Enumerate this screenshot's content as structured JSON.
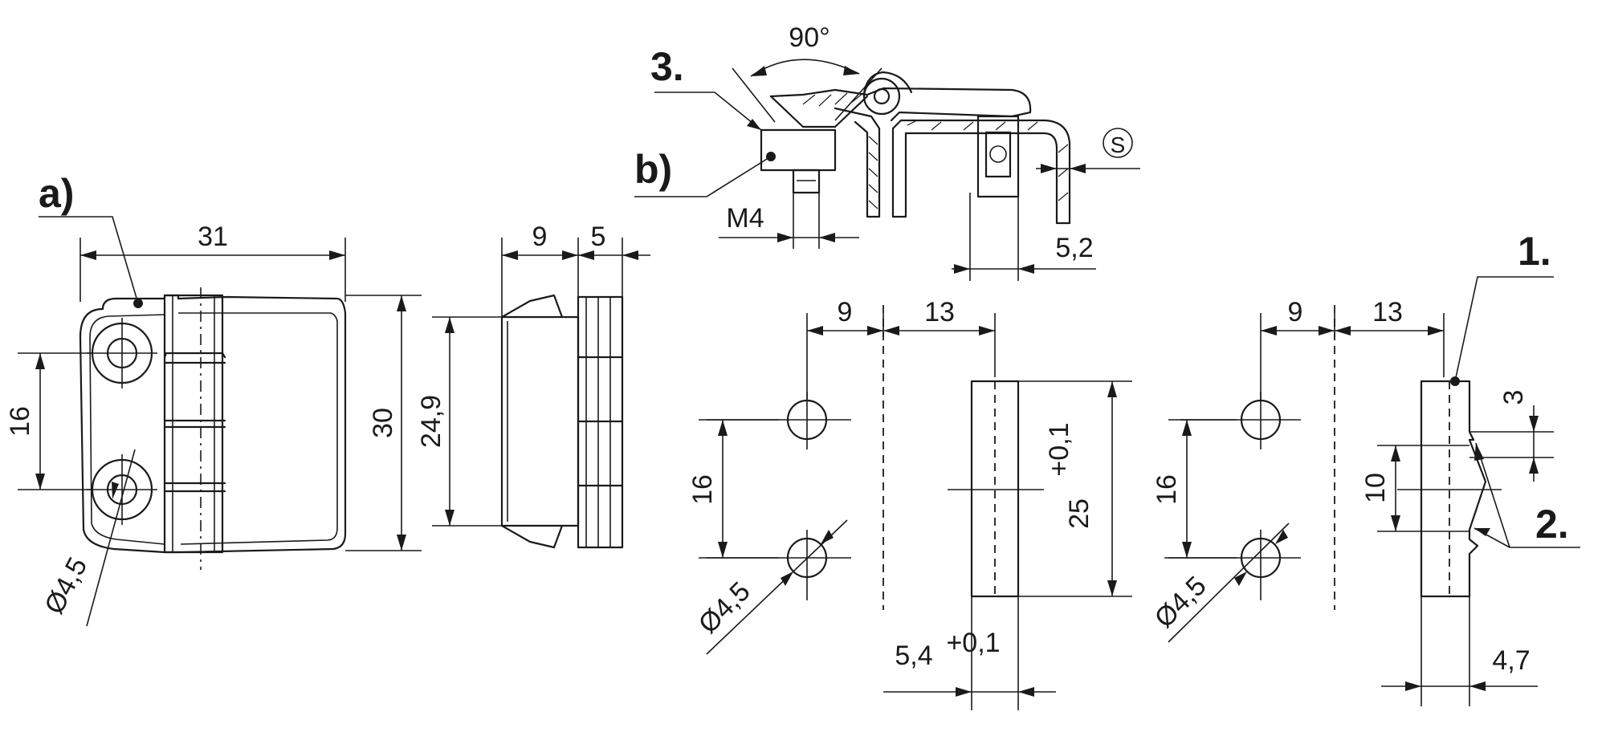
{
  "labels": {
    "a": "a)",
    "b": "b)",
    "one": "1.",
    "two": "2.",
    "three": "3."
  },
  "dimensions": {
    "width_31": "31",
    "height_30": "30",
    "spacing_16": "16",
    "body_24_9": "24,9",
    "depth_9": "9",
    "depth_5": "5",
    "hole_dia": "Ø4,5",
    "angle_90": "90°",
    "thread_m4": "M4",
    "s_symbol": "S",
    "offset_5_2": "5,2",
    "pitch_9": "9",
    "pitch_13": "13",
    "cut_25": "25",
    "tol_plus": "+0,1",
    "cut_5_4": "5,4",
    "pitch_9b": "9",
    "pitch_13b": "13",
    "spacing_16b": "16",
    "hole_dia_b": "Ø4,5",
    "spacing_16c": "16",
    "dim_3": "3",
    "dim_10": "10",
    "dim_4_7": "4,7"
  },
  "colors": {
    "ink": "#1a1a1a",
    "paper": "#ffffff"
  }
}
